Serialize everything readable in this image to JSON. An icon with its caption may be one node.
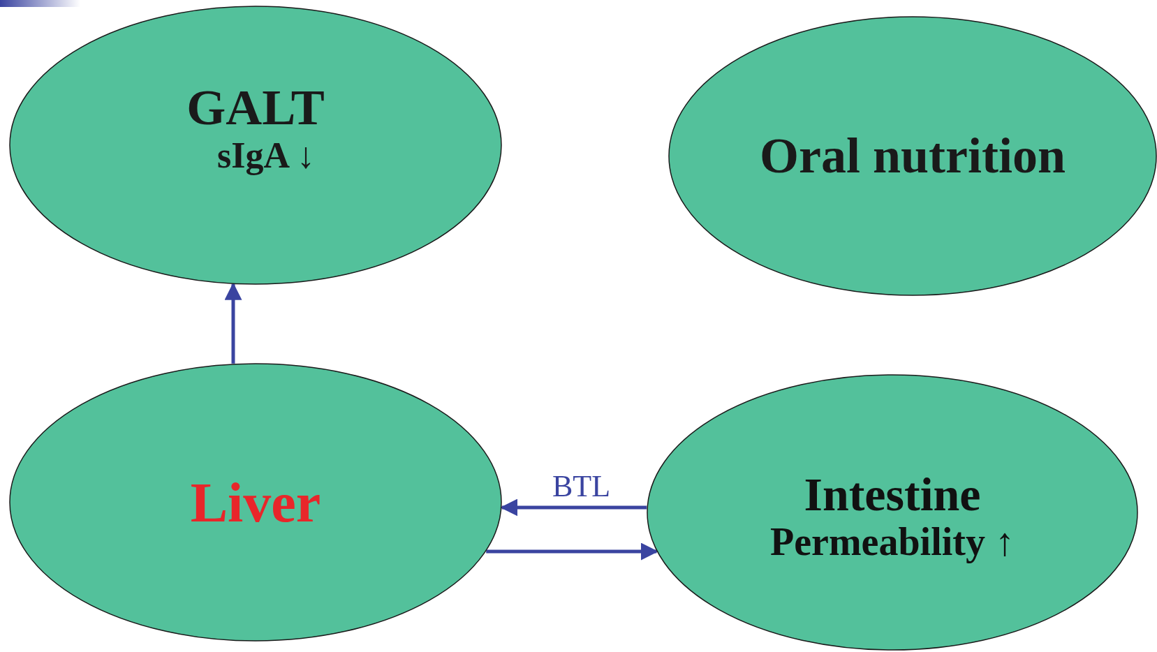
{
  "diagram": {
    "nodes": [
      {
        "text": [
          "GALT",
          "sIgA ↓"
        ]
      },
      {
        "text": [
          "Oral nutrition"
        ]
      },
      {
        "text": [
          "Liver"
        ]
      },
      {
        "text": [
          "Intestine",
          "Permeability ↑"
        ]
      }
    ],
    "edges": [
      {
        "from": 2,
        "to": 0,
        "arrow": "to"
      },
      {
        "from": 3,
        "to": 2,
        "arrow": "to",
        "label": "BTL"
      },
      {
        "from": 2,
        "to": 3,
        "arrow": "to"
      }
    ]
  }
}
